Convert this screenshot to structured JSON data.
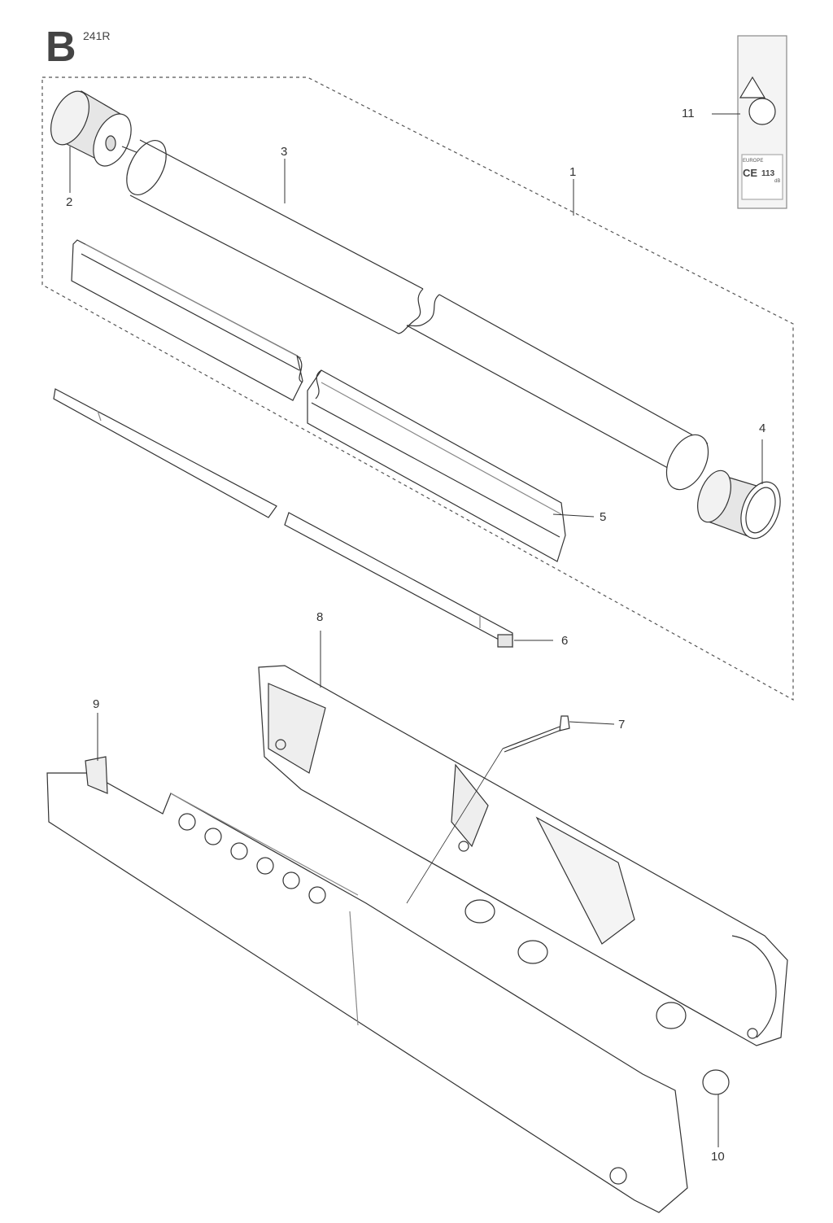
{
  "header": {
    "section": "B",
    "model": "241R"
  },
  "callouts": [
    {
      "id": "c1",
      "label": "1"
    },
    {
      "id": "c2",
      "label": "2"
    },
    {
      "id": "c3",
      "label": "3"
    },
    {
      "id": "c4",
      "label": "4"
    },
    {
      "id": "c5",
      "label": "5"
    },
    {
      "id": "c6",
      "label": "6"
    },
    {
      "id": "c7",
      "label": "7"
    },
    {
      "id": "c8",
      "label": "8"
    },
    {
      "id": "c9",
      "label": "9"
    },
    {
      "id": "c10",
      "label": "10"
    },
    {
      "id": "c11",
      "label": "11"
    }
  ],
  "decal": {
    "brand": "EUROPE",
    "ce_mark": "CE",
    "sound_level": "113",
    "unit": "dB"
  },
  "colors": {
    "line": "#333333",
    "fill": "#ffffff",
    "shade": "#e6e6e6"
  }
}
